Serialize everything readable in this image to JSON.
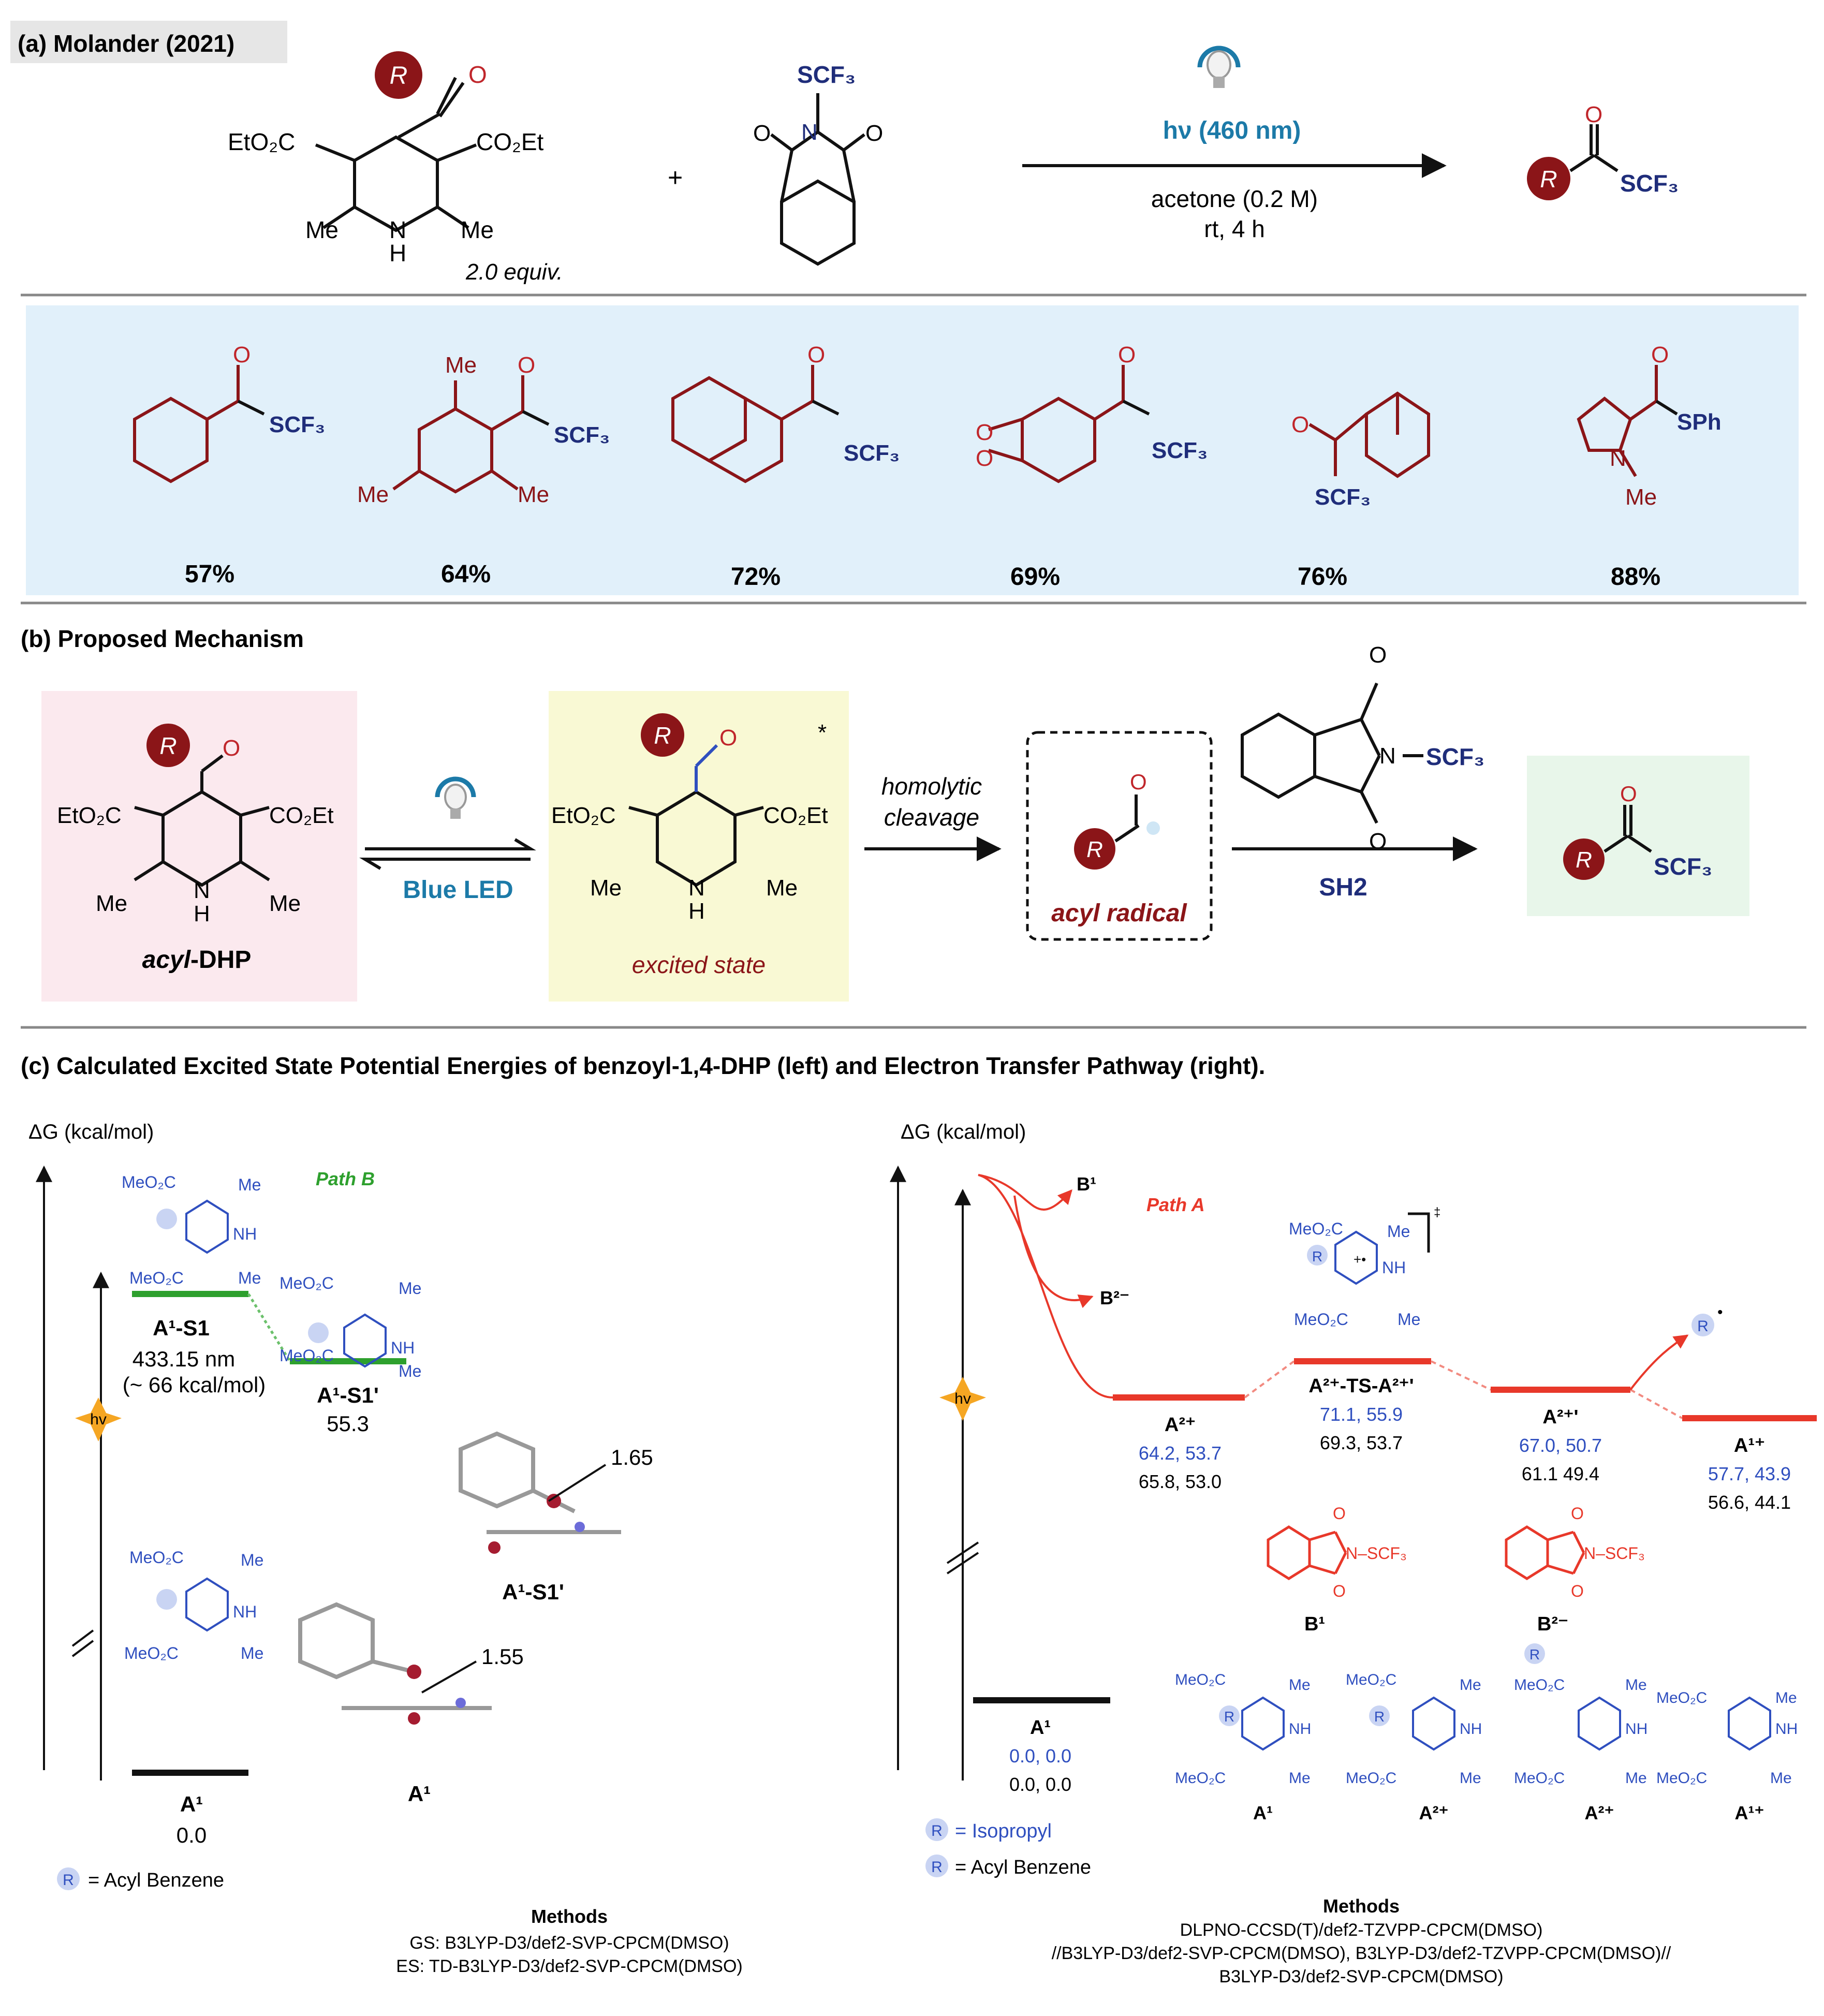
{
  "colors": {
    "red": "#8b1518",
    "navy": "#1f2d7a",
    "blue": "#2f4fbf",
    "teal": "#1c7aa8",
    "green": "#2ea02e",
    "pathA": "#e8382a",
    "scopeBg": "#e1f0fa",
    "pinkBg": "#fbe9ee",
    "yellowBg": "#f9f9d4",
    "greenBg": "#e8f6ea",
    "labelBg": "#e6e6e6"
  },
  "icons": {
    "light": "light-bulb-icon",
    "hv": "hv-star-icon"
  },
  "panel_a": {
    "label": "(a) Molander (2021)",
    "r": "R",
    "o": "O",
    "eto2c": "EtO₂C",
    "co2et": "CO₂Et",
    "me": "Me",
    "n": "N",
    "h": "H",
    "equiv": "2.0 equiv.",
    "plus": "+",
    "scf3": "SCF₃",
    "hv": "hν (460 nm)",
    "cond1": "acetone (0.2 M)",
    "cond2": "rt, 4 h",
    "yields": [
      "57%",
      "64%",
      "72%",
      "69%",
      "76%",
      "88%"
    ],
    "sph": "SPh"
  },
  "panel_b": {
    "label": "(b) Proposed Mechanism",
    "blue_led": "Blue LED",
    "acyl_dhp_it": "acyl",
    "acyl_dhp": "-DHP",
    "excited_state": "excited state",
    "star": "*",
    "homolytic1": "homolytic",
    "homolytic2": "cleavage",
    "acyl_radical": "acyl radical",
    "sh2": "SH2"
  },
  "panel_c": {
    "title": "(c) Calculated Excited State Potential Energies of benzoyl-1,4-DHP (left) and Electron Transfer Pathway (right).",
    "dg": "ΔG (kcal/mol)",
    "left": {
      "path_b": "Path B",
      "a1s1": "A¹-S1",
      "nm": "433.15 nm",
      "kcal": "(~ 66 kcal/mol)",
      "a1s1p": "A¹-S1'",
      "val_s1p": "55.3",
      "d165": "1.65",
      "d155": "1.55",
      "a1": "A¹",
      "val_a1": "0.0",
      "hv": "hv",
      "legend": "= Acyl Benzene",
      "methods": "Methods",
      "m1": "GS: B3LYP-D3/def2-SVP-CPCM(DMSO)",
      "m2": "ES: TD-B3LYP-D3/def2-SVP-CPCM(DMSO)"
    },
    "right": {
      "b1": "B¹",
      "b2": "B²⁻",
      "path_a": "Path A",
      "a2": "A²⁺",
      "a2_blue": "64.2, 53.7",
      "a2_black": "65.8, 53.0",
      "ts": "A²⁺-TS-A²⁺'",
      "ts_blue": "71.1, 55.9",
      "ts_black": "69.3, 53.7",
      "a2p": "A²⁺'",
      "a2p_blue": "67.0, 50.7",
      "a2p_black": "61.1 49.4",
      "a1p": "A¹⁺",
      "a1p_blue": "57.7, 43.9",
      "a1p_black": "56.6, 44.1",
      "a1": "A¹",
      "a1_blue": "0.0, 0.0",
      "a1_black": "0.0, 0.0",
      "legend1": "= Isopropyl",
      "legend2": "= Acyl Benzene",
      "bottom_labels": [
        "A¹",
        "A²⁺",
        "A²⁺",
        "A¹⁺"
      ],
      "methods": "Methods",
      "m1": "DLPNO-CCSD(T)/def2-TZVPP-CPCM(DMSO)",
      "m2": "//B3LYP-D3/def2-SVP-CPCM(DMSO), B3LYP-D3/def2-TZVPP-CPCM(DMSO)//",
      "m3": "B3LYP-D3/def2-SVP-CPCM(DMSO)"
    }
  },
  "chemistry": {
    "meo2c": "MeO₂C",
    "nh": "NH",
    "dot": "•",
    "radcat": "+•",
    "ts_mark": "‡"
  }
}
